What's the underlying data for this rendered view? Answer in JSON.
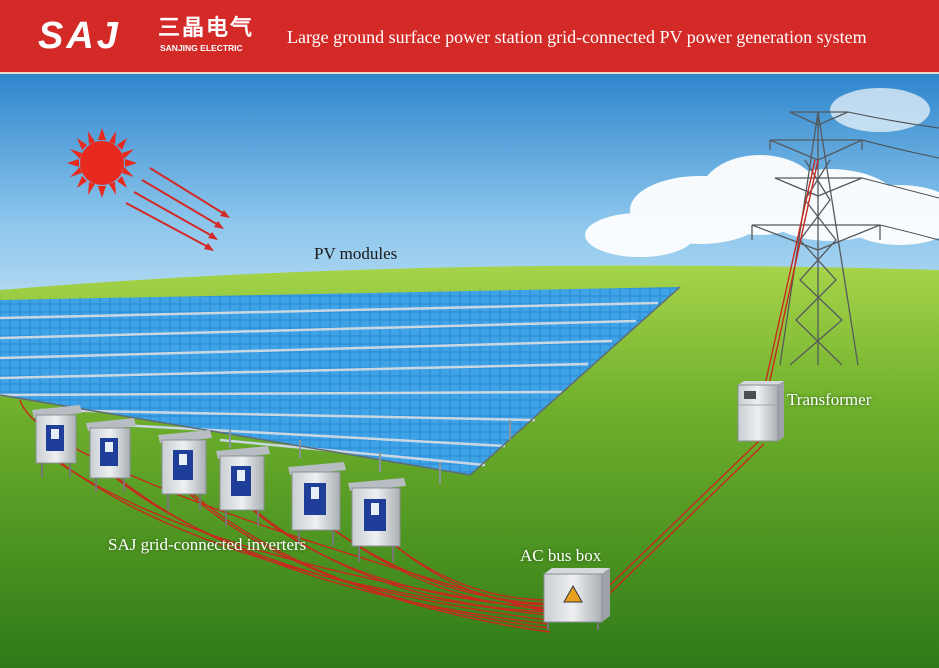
{
  "header": {
    "logo_text": "SAJ",
    "logo_chinese": "三晶电气",
    "logo_subtitle": "SANJING ELECTRIC",
    "title": "Large ground surface power station grid-connected PV power generation system"
  },
  "labels": {
    "pv_modules": "PV modules",
    "transformer": "Transformer",
    "inverters": "SAJ grid-connected inverters",
    "ac_bus_box": "AC bus box"
  },
  "colors": {
    "header_red": "#d42a27",
    "sky_top": "#4aa0dc",
    "grass": "#6fb02c",
    "panel_blue": "#2e8fd6",
    "cable_red": "#c8281e",
    "sun": "#e82a1e"
  },
  "icons": {
    "sun": "sun-icon",
    "tower": "transmission-tower-icon",
    "transformer": "transformer-box-icon",
    "inverter": "inverter-icon",
    "ac_bus_box": "ac-bus-box-icon"
  }
}
